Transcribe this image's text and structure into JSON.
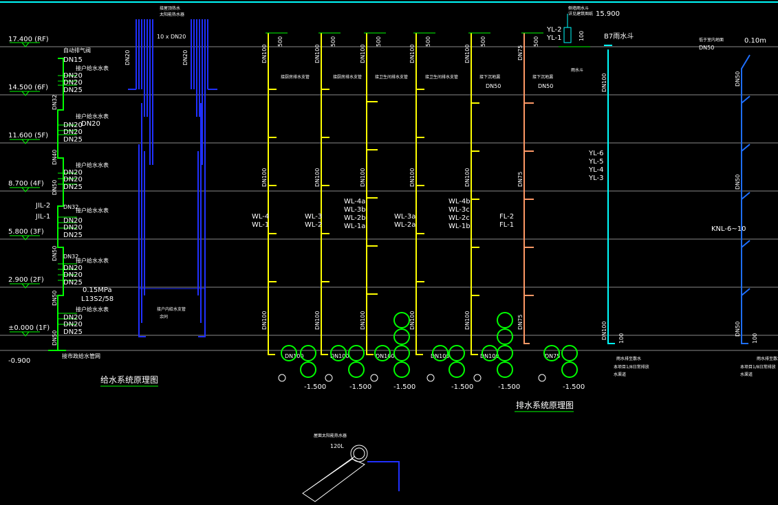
{
  "colors": {
    "background": "#000000",
    "level_line": "#8a8a8a",
    "supply_main": "#00ff00",
    "supply_user": "#2030ff",
    "waste": "#ffff00",
    "vent": "#ff9966",
    "rain": "#00ffff",
    "condensate": "#1e6fff",
    "label": "#ffffff",
    "leader": "#00ff00"
  },
  "levels": [
    {
      "label": "17.400 (RF)"
    },
    {
      "label": "14.500 (6F)"
    },
    {
      "label": "11.600 (5F)"
    },
    {
      "label": "8.700  (4F)"
    },
    {
      "label": "5.800  (3F)"
    },
    {
      "label": "2.900  (2F)"
    },
    {
      "label": "±0.000 (1F)"
    },
    {
      "label": "-0.900"
    }
  ],
  "supply": {
    "title": "给水系统原理图",
    "dn15": "DN15",
    "dn20": "DN20",
    "dn25": "DN25",
    "dn32": "DN32",
    "dn40": "DN40",
    "dn50": "DN50",
    "riser1": "JIL-2",
    "riser2": "JIL-1",
    "pressure": "0.15MPa",
    "atlas": "L13S2/58",
    "exhaust_note": "自动排气阀",
    "meter_note": "接户给水水表",
    "bottom_note": "接市政给水管网",
    "heater_top": "接屋顶热水",
    "heater_top2": "太阳能热水器",
    "branch_count": "10 x DN20",
    "user_note": "接户内给水支管",
    "user_note2": "余同"
  },
  "drain": {
    "title": "排水系统原理图",
    "dn50": "DN50",
    "dn75": "DN75",
    "dn100": "DN100",
    "vent_h": "500",
    "bottom_elev": "-1.500",
    "branch_notes": [
      "接厨房排水支管",
      "接厨房排水支管",
      "接卫生间排水支管",
      "接卫生间排水支管",
      "接下沉地漏",
      "接下沉地漏"
    ],
    "stack_labels": [
      [
        "WL-4",
        "WL-1"
      ],
      [
        "WL-3",
        "WL-2"
      ],
      [
        "WL-4a",
        "WL-3b",
        "WL-2b",
        "WL-1a"
      ],
      [
        "WL-3a",
        "WL-2a"
      ],
      [
        "WL-4b",
        "WL-3c",
        "WL-2c",
        "WL-1b"
      ],
      [
        "FL-2",
        "FL-1"
      ]
    ],
    "rain_labels": [
      "YL-6",
      "YL-5",
      "YL-4",
      "YL-3"
    ],
    "rain_top": "YL-1",
    "rain_top2": "YL-2",
    "rain_elev": "15.900",
    "rain_note": "雨水斗",
    "rain_note_top": "侧墙雨水斗",
    "rain_note_top2": "详见建筑图纸",
    "roof_note": "B7雨水斗",
    "cond_note": "低于室内地面",
    "cond_elev": "0.10m",
    "cond_label": "KNL-6~10",
    "h100": "100",
    "outlet_note": "雨水排至散水",
    "outlet_note2": "本项目1/8日常排放",
    "outlet_note3": "水渠道"
  },
  "heater": {
    "note": "屋面太阳能热水器",
    "volume": "120L"
  }
}
